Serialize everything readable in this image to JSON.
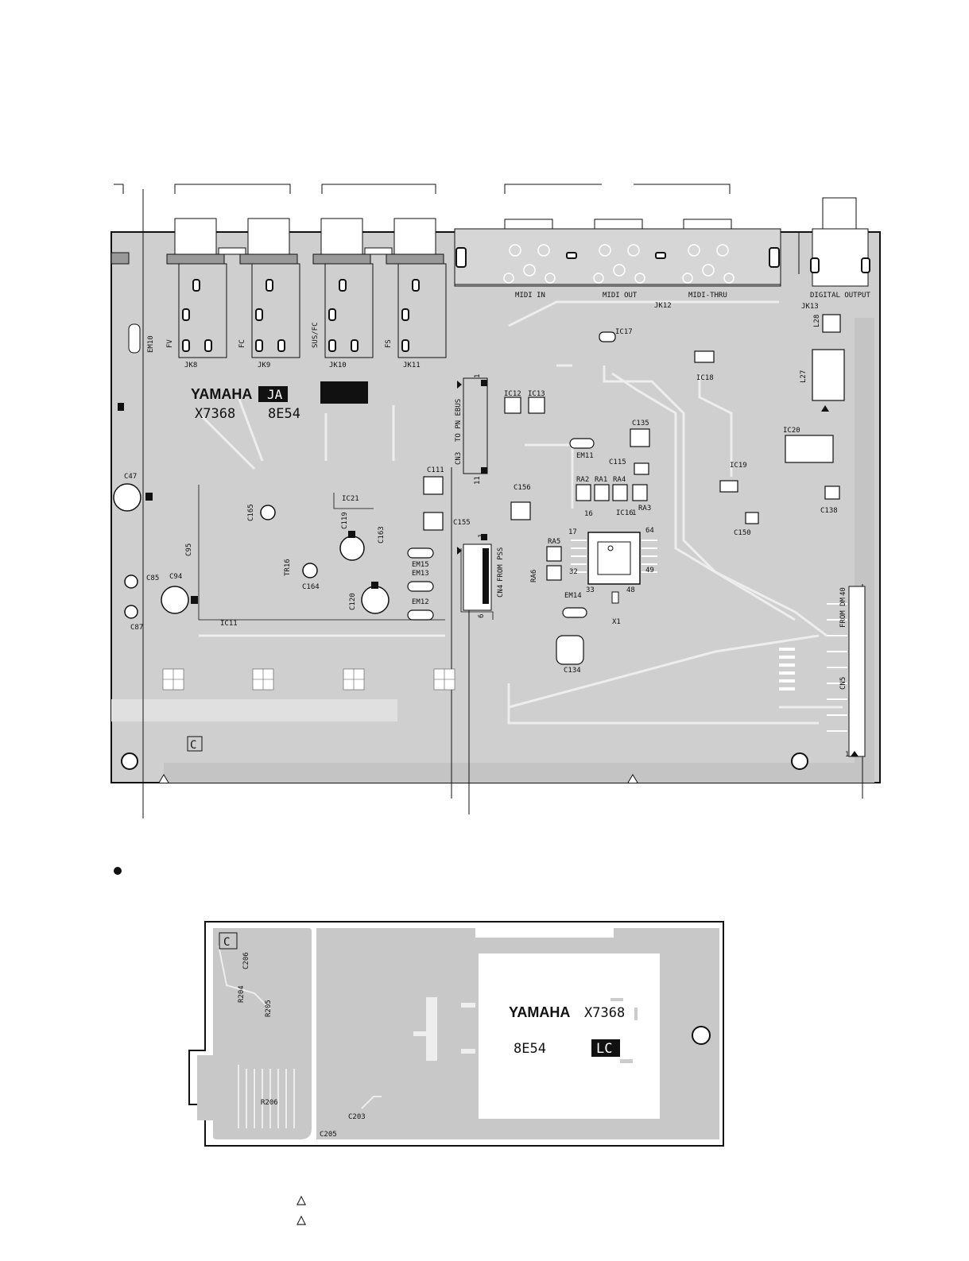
{
  "board_top": {
    "brand": "YAMAHA",
    "code_badge": "JA",
    "part_number": "X7368",
    "revision": "8E54",
    "board_letter": "C",
    "jacks": [
      {
        "ref": "JK8",
        "side": "FV"
      },
      {
        "ref": "JK9",
        "side": "FC"
      },
      {
        "ref": "JK10",
        "side": "SUS/FC"
      },
      {
        "ref": "JK11",
        "side": "FS"
      }
    ],
    "midi": {
      "in": "MIDI IN",
      "out": "MIDI OUT",
      "thru": "MIDI-THRU",
      "ref": "JK12"
    },
    "digital_output": {
      "label": "DIGITAL OUTPUT",
      "ref": "JK13"
    },
    "connectors": {
      "cn3": "CN3",
      "cn3_desc": "TO PN EBUS",
      "cn4": "CN4",
      "cn4_desc": "FROM PSS",
      "cn5": "CN5",
      "cn5_desc": "FROM DM",
      "pin_1": "1",
      "pin_11": "11",
      "pin_6": "6",
      "pin_40": "40"
    },
    "chip_pins": [
      "16",
      "17",
      "32",
      "33",
      "48",
      "49",
      "64",
      "1"
    ],
    "components": [
      "EM10",
      "C47",
      "C85",
      "C87",
      "C94",
      "C95",
      "IC11",
      "C165",
      "TR16",
      "C164",
      "IC21",
      "C119",
      "C163",
      "C120",
      "EM15",
      "EM13",
      "EM12",
      "C111",
      "C155",
      "IC12",
      "IC13",
      "C156",
      "IC17",
      "EM11",
      "C135",
      "C115",
      "RA2",
      "RA1",
      "RA4",
      "RA3",
      "IC16",
      "RA5",
      "RA6",
      "EM14",
      "X1",
      "C134",
      "IC18",
      "IC19",
      "C150",
      "L28",
      "L27",
      "IC20",
      "C138"
    ]
  },
  "board_bottom": {
    "brand": "YAMAHA",
    "part_number": "X7368",
    "revision": "8E54",
    "code_badge": "LC",
    "board_letter": "C",
    "components": [
      "C206",
      "R204",
      "R205",
      "R206",
      "C203",
      "C205"
    ]
  },
  "legend_marks": [
    "△",
    "△"
  ]
}
